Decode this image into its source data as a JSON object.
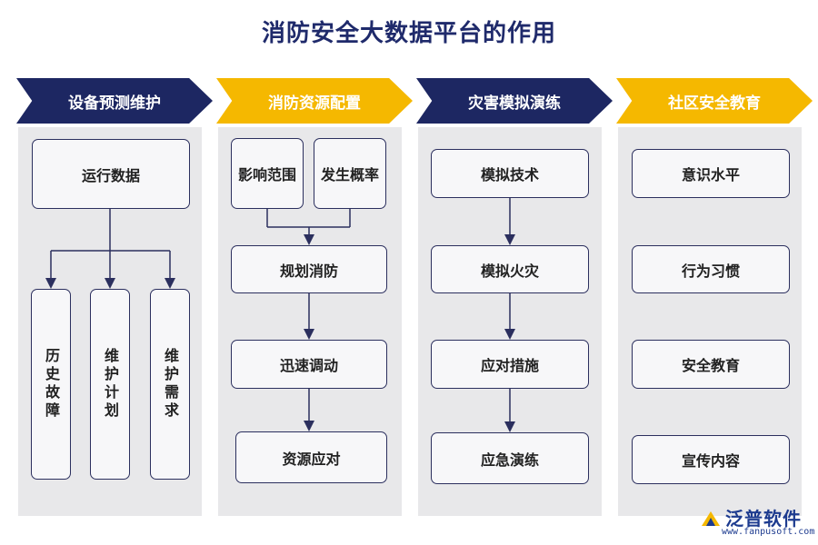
{
  "title": "消防安全大数据平台的作用",
  "columns": [
    {
      "header": "设备预测维护",
      "top": "运行数据",
      "children": [
        "历史故障",
        "维护计划",
        "维护需求"
      ]
    },
    {
      "header": "消防资源配置",
      "inputs": [
        "影响范围",
        "发生概率"
      ],
      "steps": [
        "规划消防",
        "迅速调动",
        "资源应对"
      ]
    },
    {
      "header": "灾害模拟演练",
      "steps": [
        "模拟技术",
        "模拟火灾",
        "应对措施",
        "应急演练"
      ]
    },
    {
      "header": "社区安全教育",
      "items": [
        "意识水平",
        "行为习惯",
        "安全教育",
        "宣传内容"
      ]
    }
  ],
  "logo": {
    "name": "泛普软件",
    "url": "www.fanpusoft.com"
  },
  "colors": {
    "navy": "#1d2762",
    "yellow": "#f5b800",
    "panel": "#e8e8ea"
  }
}
